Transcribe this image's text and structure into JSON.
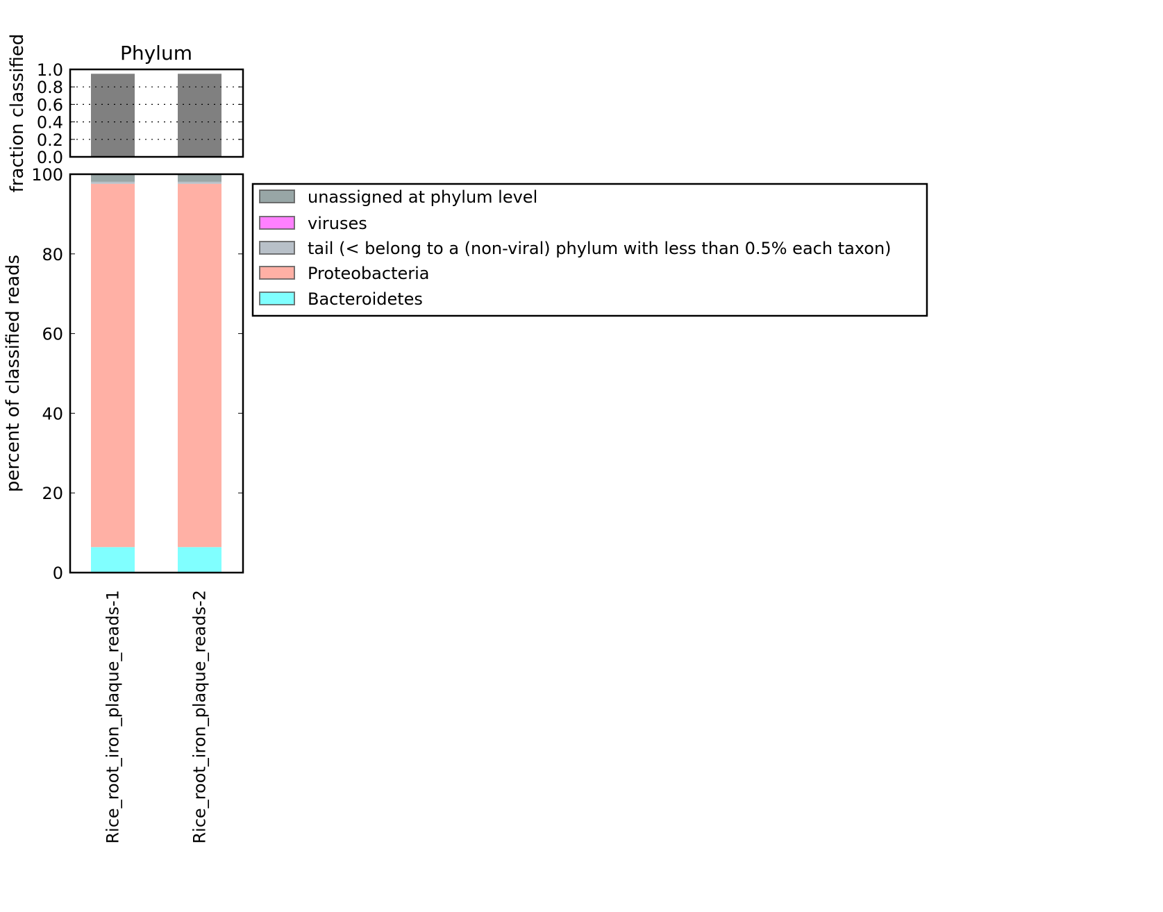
{
  "chart_data": [
    {
      "type": "bar",
      "title": "Phylum",
      "ylabel": "fraction classified",
      "ylim": [
        0,
        1.0
      ],
      "yticks": [
        "0.0",
        "0.2",
        "0.4",
        "0.6",
        "0.8",
        "1.0"
      ],
      "grid": true,
      "categories": [
        "Rice_root_iron_plaque_reads-1",
        "Rice_root_iron_plaque_reads-2"
      ],
      "values": [
        0.95,
        0.95
      ],
      "color": "#808080"
    },
    {
      "type": "bar",
      "stacked": true,
      "ylabel": "percent of classified reads",
      "ylim": [
        0,
        100
      ],
      "yticks": [
        "0",
        "20",
        "40",
        "60",
        "80",
        "100"
      ],
      "categories": [
        "Rice_root_iron_plaque_reads-1",
        "Rice_root_iron_plaque_reads-2"
      ],
      "series": [
        {
          "name": "Bacteroidetes",
          "values": [
            6.4,
            6.4
          ],
          "color": "#80ffff"
        },
        {
          "name": "Proteobacteria",
          "values": [
            91.2,
            91.2
          ],
          "color": "#ffb0a5"
        },
        {
          "name": "tail (< belong to a (non-viral) phylum with less than 0.5% each taxon)",
          "values": [
            0.5,
            0.5
          ],
          "color": "#b8c0c8"
        },
        {
          "name": "viruses",
          "values": [
            0,
            0
          ],
          "color": "#ff80ff"
        },
        {
          "name": "unassigned at phylum level",
          "values": [
            1.9,
            1.9
          ],
          "color": "#98a6a6"
        }
      ],
      "legend": {
        "placement": "right",
        "order": [
          "unassigned at phylum level",
          "viruses",
          "tail (< belong to a (non-viral) phylum with less than 0.5% each taxon)",
          "Proteobacteria",
          "Bacteroidetes"
        ]
      }
    }
  ]
}
